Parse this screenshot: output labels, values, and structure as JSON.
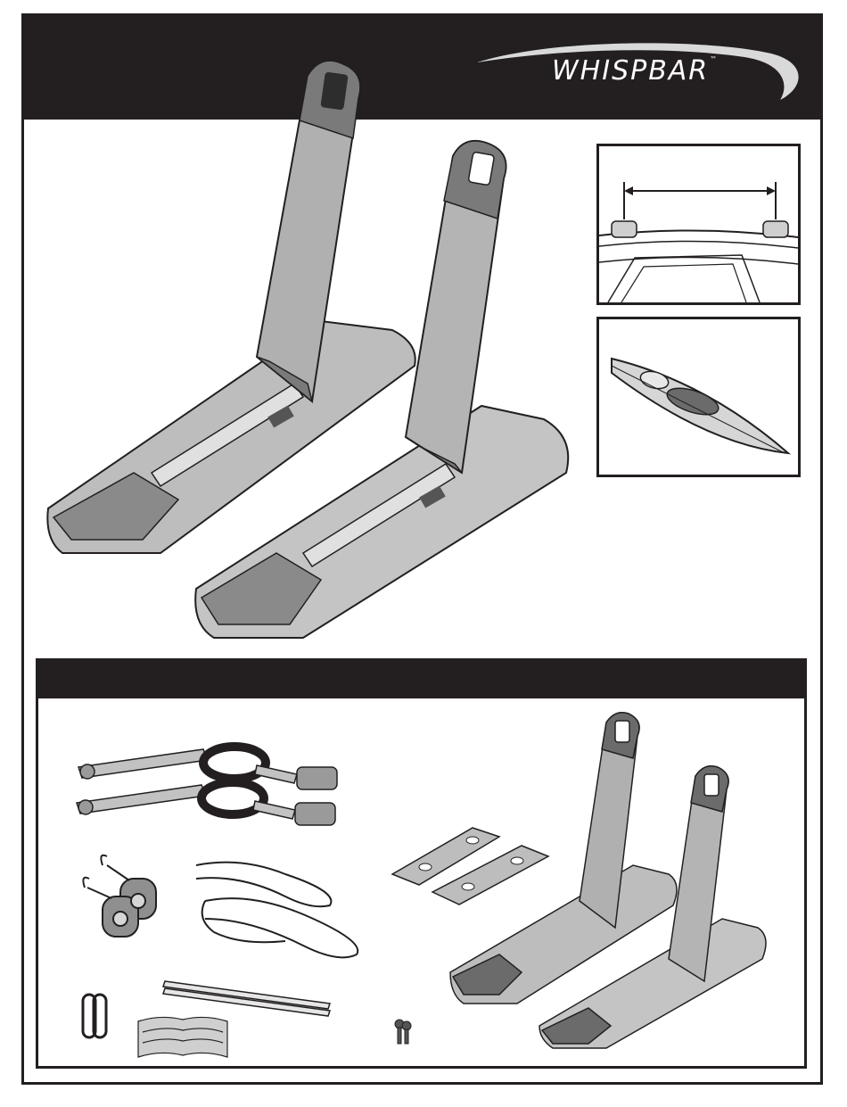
{
  "brand": {
    "name": "WHISPBAR",
    "trademark": "™"
  },
  "colors": {
    "banner": "#231f20",
    "body_gray": "#b9b9b9",
    "dark_gray": "#6b6b6b",
    "light_gray": "#d8d8d8"
  },
  "icons": {
    "hero": "kayak-carrier-pair",
    "inset_1": "crossbar-spacing-diagram",
    "inset_2": "kayak-illustration",
    "parts": [
      "tie-down-strap",
      "ratchet-pulley",
      "bungee-cord",
      "rod-pair",
      "carabiner",
      "rubber-pads",
      "mounting-plates",
      "keys",
      "carrier-pair"
    ]
  }
}
